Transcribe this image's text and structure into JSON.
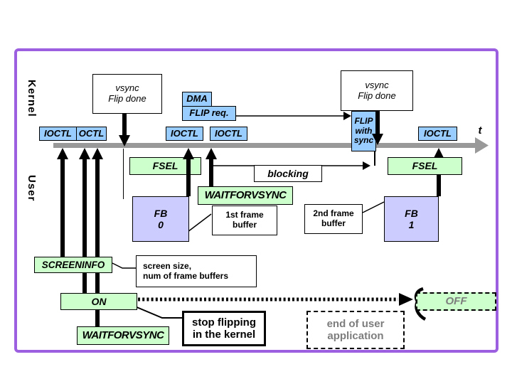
{
  "colors": {
    "box_blue": "#99ccff",
    "box_green": "#ccffcc",
    "box_lavender": "#ccccff",
    "timeline_gray": "#999999",
    "frame_purple": "#9b5fe0",
    "muted_text_gray": "#7d7d7d"
  },
  "axis": {
    "kernel_label": "Kernel",
    "user_label": "User",
    "time_label": "t"
  },
  "kernel_row": {
    "vsync_left": "vsync\nFlip done",
    "vsync_right": "vsync\nFlip done",
    "dma": "DMA",
    "flip_req": "FLIP req.",
    "flip_with_sync": "FLIP\nwith\nsync",
    "ioctl_1": "IOCTL",
    "ioctl_2": "OCTL",
    "ioctl_3": "IOCTL",
    "ioctl_4": "IOCTL",
    "ioctl_5": "IOCTL"
  },
  "user_row": {
    "fsel_1": "FSEL",
    "fsel_2": "FSEL",
    "blocking": "blocking",
    "waitforvsync_mid": "WAITFORVSYNC",
    "fb0": "FB\n0",
    "fb1": "FB\n1",
    "frame1_note": "1st frame\nbuffer",
    "frame2_note": "2nd frame\nbuffer"
  },
  "bottom": {
    "screeninfo": "SCREENINFO",
    "screen_note": "screen size,\nnum of frame buffers",
    "on": "ON",
    "off": "OFF",
    "waitforvsync": "WAITFORVSYNC",
    "stop_note": "stop flipping\nin the kernel",
    "end_note": "end of user\napplication"
  }
}
